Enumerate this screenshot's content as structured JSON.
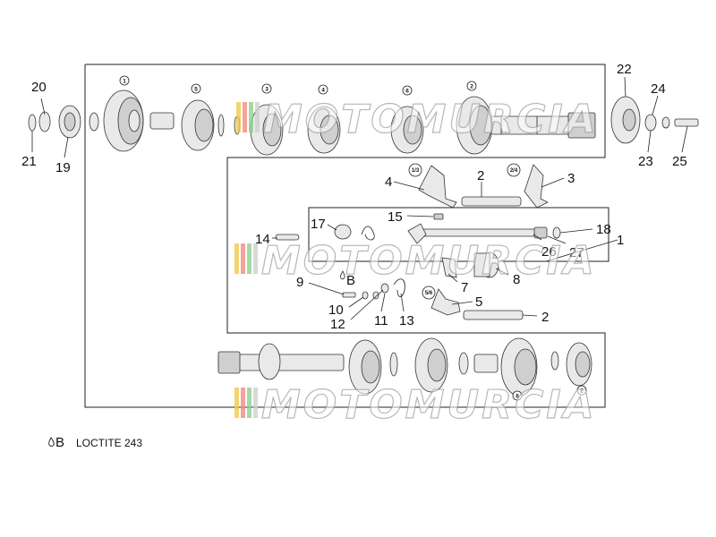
{
  "diagram": {
    "part_labels": {
      "p1": "1",
      "p2a": "2",
      "p2b": "2",
      "p3": "3",
      "p4": "4",
      "p5": "5",
      "p7": "7",
      "p8": "8",
      "p9": "9",
      "p10": "10",
      "p11": "11",
      "p12": "12",
      "p13": "13",
      "p14": "14",
      "p15": "15",
      "p17": "17",
      "p18": "18",
      "p19": "19",
      "p20": "20",
      "p21": "21",
      "p22": "22",
      "p23": "23",
      "p24": "24",
      "p25": "25",
      "p26": "26",
      "p27": "27"
    },
    "gear_numbers": {
      "g_top_1": "1",
      "g_top_5": "5",
      "g_top_3": "3",
      "g_top_4": "4",
      "g_top_6": "6",
      "g_top_2": "2",
      "g_bot_6": "6",
      "g_bot_2": "2"
    },
    "fork_tags": {
      "f13": "1/3",
      "f24": "2/4",
      "f56": "5/6"
    },
    "loctite_marker": "B",
    "watermark": "MOTOMURCIA"
  },
  "legend": {
    "marker": "B",
    "text": "LOCTITE 243"
  }
}
